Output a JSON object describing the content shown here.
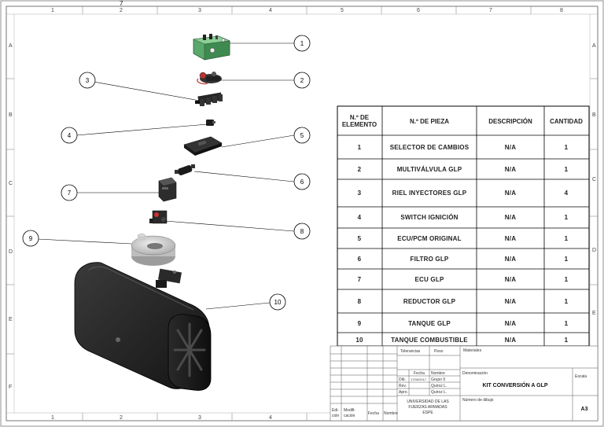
{
  "sheet": {
    "top_mark": "7",
    "col_zones": [
      "1",
      "2",
      "3",
      "4",
      "5",
      "6",
      "7",
      "8"
    ],
    "row_zones": [
      "A",
      "B",
      "C",
      "D",
      "E",
      "F"
    ]
  },
  "bom": {
    "headers": {
      "element": [
        "N.º DE",
        "ELEMENTO"
      ],
      "part": "N.º DE PIEZA",
      "desc": "DESCRIPCIÓN",
      "qty": "CANTIDAD"
    },
    "rows": [
      {
        "n": "1",
        "part": "SELECTOR DE CAMBIOS",
        "desc": "N/A",
        "qty": "1"
      },
      {
        "n": "2",
        "part": "MULTIVÁLVULA GLP",
        "desc": "N/A",
        "qty": "1"
      },
      {
        "n": "3",
        "part": "RIEL INYECTORES GLP",
        "desc": "N/A",
        "qty": "4"
      },
      {
        "n": "4",
        "part": "SWITCH IGNICIÓN",
        "desc": "N/A",
        "qty": "1"
      },
      {
        "n": "5",
        "part": "ECU/PCM ORIGINAL",
        "desc": "N/A",
        "qty": "1"
      },
      {
        "n": "6",
        "part": "FILTRO GLP",
        "desc": "N/A",
        "qty": "1"
      },
      {
        "n": "7",
        "part": "ECU GLP",
        "desc": "N/A",
        "qty": "1"
      },
      {
        "n": "8",
        "part": "REDUCTOR GLP",
        "desc": "N/A",
        "qty": "1"
      },
      {
        "n": "9",
        "part": "TANQUE GLP",
        "desc": "N/A",
        "qty": "1"
      },
      {
        "n": "10",
        "part": "TANQUE COMBUSTIBLE",
        "desc": "N/A",
        "qty": "1"
      }
    ]
  },
  "title_block": {
    "tolerancias": "Tolerancias",
    "peso": "Peso",
    "materiales": "Materiales",
    "fecha": "Fecha",
    "nombre": "Nombre",
    "dib": "Dib.",
    "dib_date": "17/06/2017",
    "dib_name": "Grupo 9",
    "rev": "Rev.",
    "rev_name": "Quiroz L.",
    "apro": "Apro.",
    "apro_name": "Quiroz L.",
    "institution": [
      "UNIVERSIDAD DE LAS",
      "FUERZAS ARMADAS",
      "ESPE"
    ],
    "edicion": [
      "Edi-",
      "ción"
    ],
    "modificacion": [
      "Modifi-",
      "cación"
    ],
    "fecha2": "Fecha",
    "nombre2": "Nombre",
    "denominacion": "Denominación",
    "title": "KIT CONVERSIÓN A GLP",
    "escala": "Escala",
    "numero_dibujo": "Número de dibujo",
    "size": "A3"
  },
  "balloons": [
    "1",
    "2",
    "3",
    "4",
    "5",
    "6",
    "7",
    "8",
    "9",
    "10"
  ]
}
